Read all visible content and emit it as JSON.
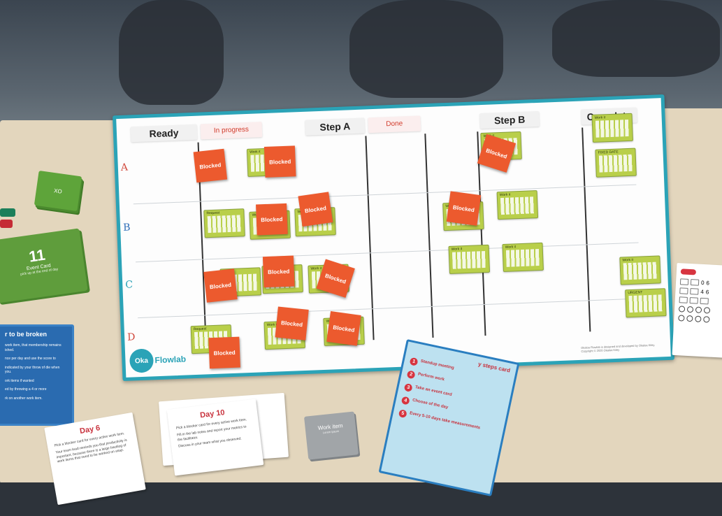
{
  "board": {
    "columns": {
      "ready": "Ready",
      "in_progress": "In progress",
      "step_a": "Step A",
      "done": "Done",
      "step_b": "Step B",
      "complete": "Complete"
    },
    "rows": [
      "A",
      "B",
      "C",
      "D"
    ],
    "logo": {
      "mark": "Oka",
      "name": "Flowlab"
    },
    "credit": "Okaloa Flowlab is designed and developed by Okaloa Kiley. Copyright © 2020 Okaloa Kiley",
    "blocked_label": "Blocked",
    "work_item_labels": {
      "request": "Request",
      "urgent": "URGENT",
      "fixed_date": "FIXED DATE",
      "work_item": "Work it"
    }
  },
  "table": {
    "green_deck": "XO",
    "event_card": {
      "number": "11",
      "title": "Event Card",
      "subtitle": "pick up at the end of day"
    },
    "rules_card": {
      "title": "r to be broken",
      "lines": [
        "work item, that membership remains ished.",
        "nce per day and use the score to",
        "indicated by your throw of die when you.",
        "ork items if wanted",
        "ed by throwing a 4 or more",
        "rk on another work item."
      ]
    },
    "day6": {
      "title": "Day 6",
      "lines": [
        "Pick a blocker card for every active work item.",
        "Your team lead reminds you that productivity is important, because there is a large backlog of work items that need to be worked on asap."
      ]
    },
    "day10": {
      "title": "Day 10",
      "lines": [
        "Pick a blocker card for every active work item.",
        "Fill in the lab notes and report your metrics to the facilitator.",
        "Discuss in your team what you observed."
      ]
    },
    "work_item_card": {
      "title": "Work item",
      "subtitle": "Lorem ipsum"
    },
    "steps_card": {
      "title": "y steps card",
      "steps": [
        {
          "num": "1",
          "text": "Standup meeting"
        },
        {
          "num": "2",
          "text": "Perform work"
        },
        {
          "num": "3",
          "text": "Take an event card"
        },
        {
          "num": "4",
          "text": "Choose of the day"
        },
        {
          "num": "5",
          "text": "Every 5-10 days take measurements"
        }
      ]
    },
    "score_sheet": {
      "values": [
        "0",
        "6",
        "4",
        "6"
      ]
    }
  },
  "colors": {
    "board_border": "#2ba3b7",
    "blocked": "#ec5a2e",
    "work_item": "#b9cf4a",
    "event_card": "#5f9d3c",
    "rules_card": "#2a6bb0",
    "accent_red": "#c8313c"
  }
}
